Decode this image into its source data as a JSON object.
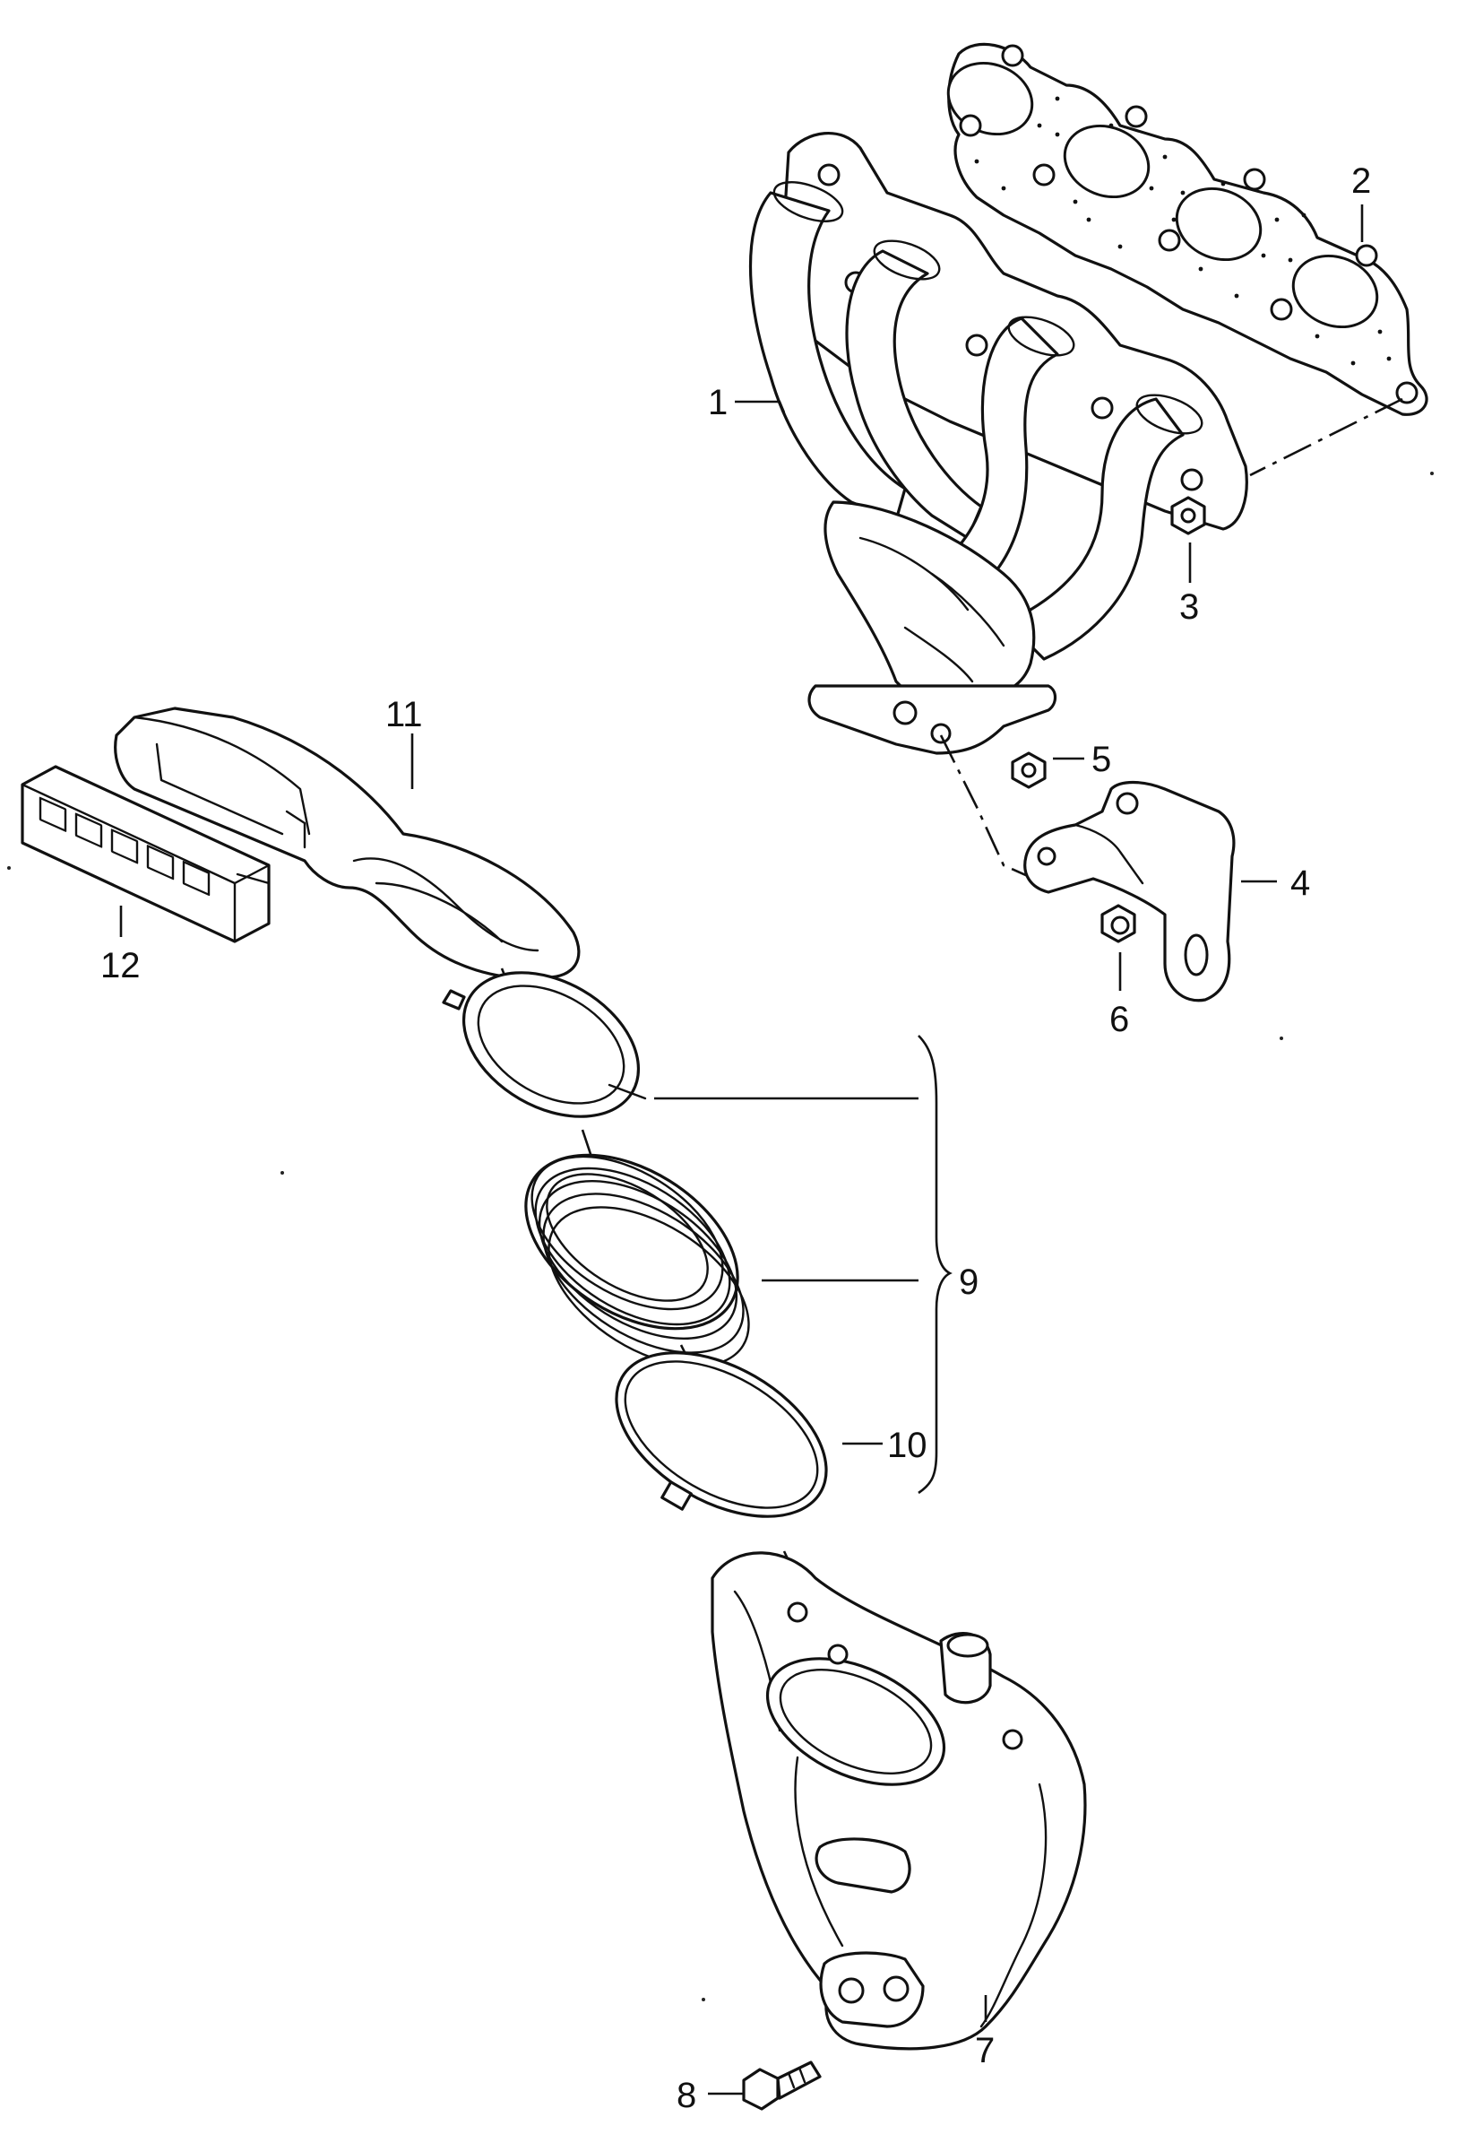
{
  "callouts": {
    "c1": "1",
    "c2": "2",
    "c3": "3",
    "c4": "4",
    "c5": "5",
    "c6": "6",
    "c7": "7",
    "c8": "8",
    "c9": "9",
    "c10": "10",
    "c11": "11",
    "c12": "12"
  },
  "line_color": "#111111",
  "background": "#ffffff"
}
